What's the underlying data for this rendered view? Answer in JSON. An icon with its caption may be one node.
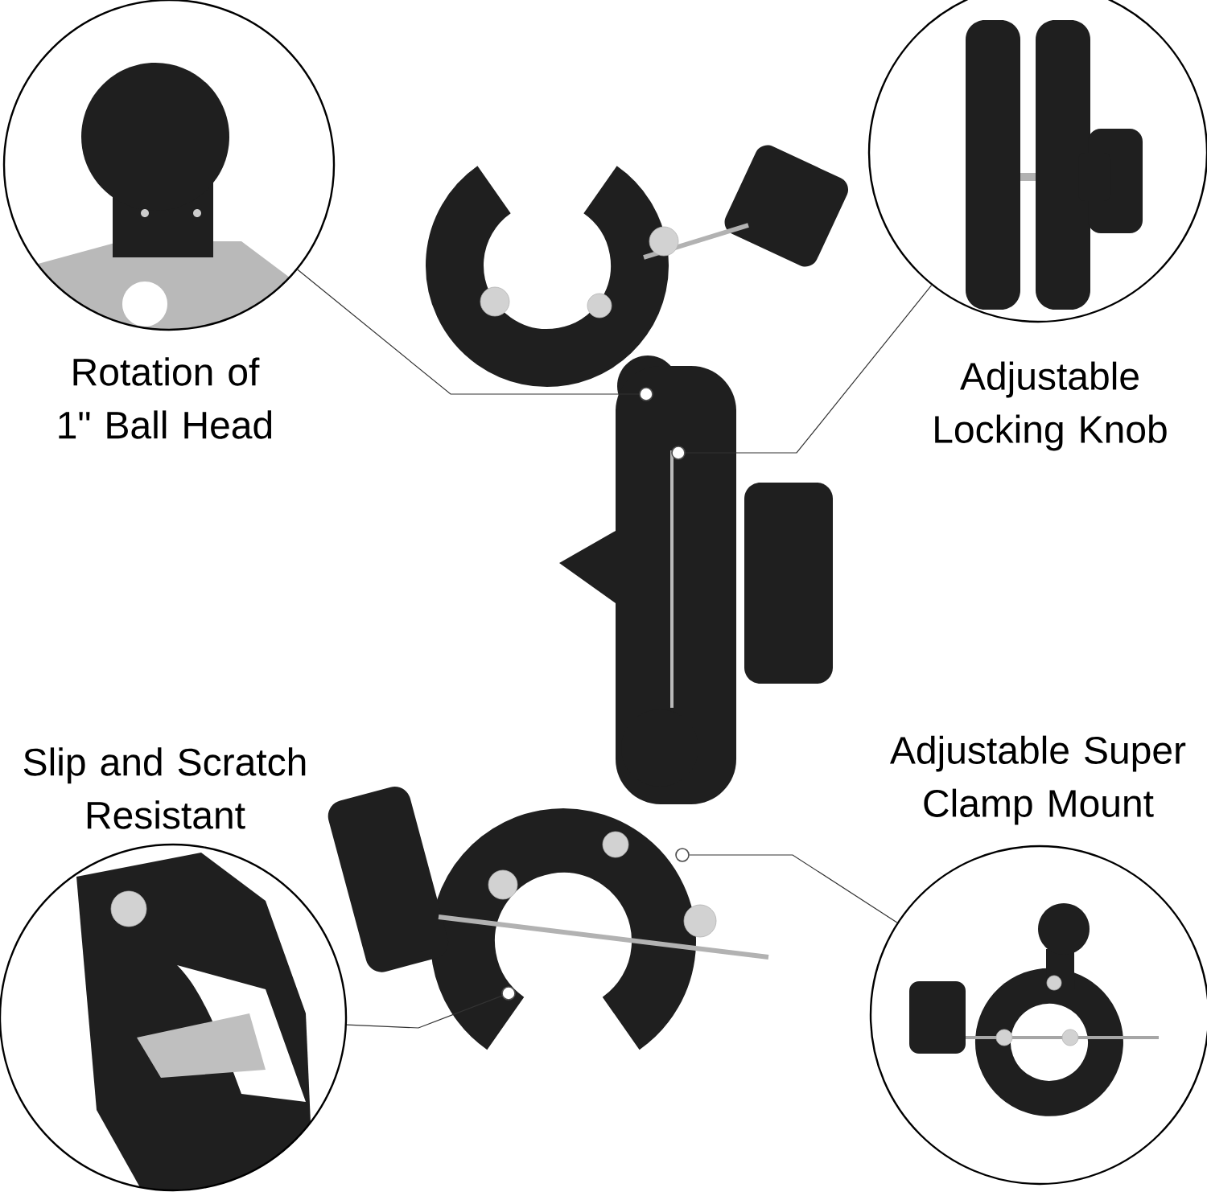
{
  "diagram": {
    "nodes": [
      {
        "text": [
          "Rotation of 1\" Ball Head"
        ]
      },
      {
        "text": [
          "Adjustable Locking Knob"
        ]
      },
      {
        "text": [
          "Slip and Scratch Resistant"
        ]
      },
      {
        "text": [
          "Adjustable Super Clamp Mount"
        ]
      },
      {
        "text": [],
        "shape": "circle"
      },
      {
        "text": [],
        "shape": "circle"
      },
      {
        "text": [],
        "shape": "circle"
      },
      {
        "text": [],
        "shape": "circle"
      }
    ],
    "edges": [
      {
        "from": 0,
        "to": 4,
        "arrow": "none"
      },
      {
        "from": 1,
        "to": 5,
        "arrow": "none"
      },
      {
        "from": 2,
        "to": 6,
        "arrow": "none"
      },
      {
        "from": 3,
        "to": 7,
        "arrow": "none"
      }
    ]
  }
}
